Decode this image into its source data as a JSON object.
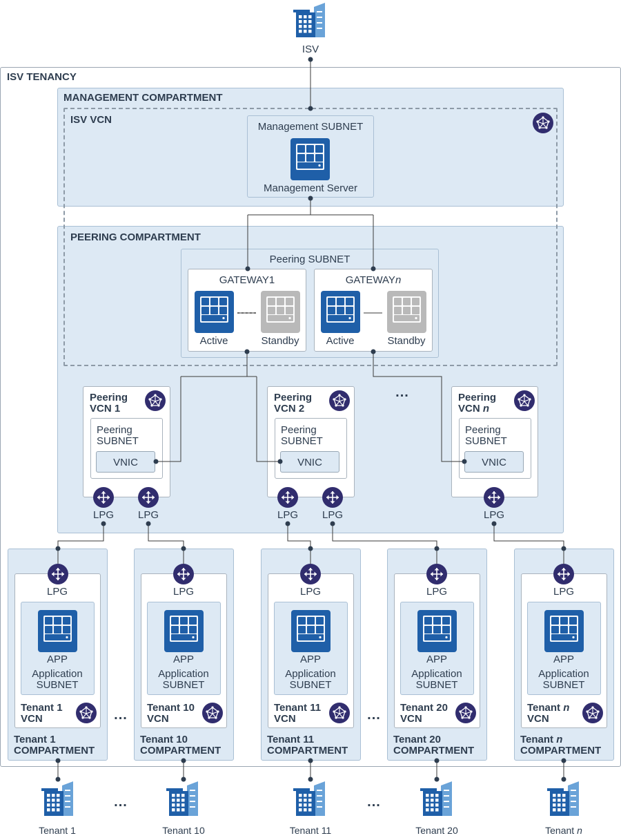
{
  "isv": {
    "label": "ISV"
  },
  "tenancy": {
    "title": "ISV TENANCY"
  },
  "management": {
    "title": "MANAGEMENT COMPARTMENT",
    "vcn_title": "ISV VCN",
    "subnet_title": "Management SUBNET",
    "server_label": "Management Server"
  },
  "peering": {
    "title": "PEERING COMPARTMENT",
    "subnet_title": "Peering SUBNET",
    "gateway1": {
      "title": "GATEWAY1",
      "active": "Active",
      "standby": "Standby"
    },
    "gatewayn": {
      "title_prefix": "GATEWAY",
      "title_suffix": "n",
      "active": "Active",
      "standby": "Standby"
    }
  },
  "peering_vcns": [
    {
      "line1": "Peering",
      "line2": "VCN 1",
      "subnet_line1": "Peering",
      "subnet_line2": "SUBNET",
      "vnic": "VNIC"
    },
    {
      "line1": "Peering",
      "line2": "VCN 2",
      "subnet_line1": "Peering",
      "subnet_line2": "SUBNET",
      "vnic": "VNIC"
    },
    {
      "line1": "Peering",
      "line2": "VCN ",
      "line2_italic": "n",
      "subnet_line1": "Peering",
      "subnet_line2": "SUBNET",
      "vnic": "VNIC"
    }
  ],
  "lpg_label": "LPG",
  "ellipsis": "...",
  "tenants": [
    {
      "lpg": "LPG",
      "app": "APP",
      "sub1": "Application",
      "sub2": "SUBNET",
      "vcn_name": "Tenant 1",
      "vcn_italic": "",
      "vcn_word": "VCN",
      "comp_name": "Tenant 1",
      "comp_italic": "",
      "comp_word": "COMPARTMENT",
      "customer": "Tenant 1",
      "customer_italic": ""
    },
    {
      "lpg": "LPG",
      "app": "APP",
      "sub1": "Application",
      "sub2": "SUBNET",
      "vcn_name": "Tenant 10",
      "vcn_italic": "",
      "vcn_word": "VCN",
      "comp_name": "Tenant 10",
      "comp_italic": "",
      "comp_word": "COMPARTMENT",
      "customer": "Tenant 10",
      "customer_italic": ""
    },
    {
      "lpg": "LPG",
      "app": "APP",
      "sub1": "Application",
      "sub2": "SUBNET",
      "vcn_name": "Tenant 11",
      "vcn_italic": "",
      "vcn_word": "VCN",
      "comp_name": "Tenant 11",
      "comp_italic": "",
      "comp_word": "COMPARTMENT",
      "customer": "Tenant 11",
      "customer_italic": ""
    },
    {
      "lpg": "LPG",
      "app": "APP",
      "sub1": "Application",
      "sub2": "SUBNET",
      "vcn_name": "Tenant 20",
      "vcn_italic": "",
      "vcn_word": "VCN",
      "comp_name": "Tenant 20",
      "comp_italic": "",
      "comp_word": "COMPARTMENT",
      "customer": "Tenant 20",
      "customer_italic": ""
    },
    {
      "lpg": "LPG",
      "app": "APP",
      "sub1": "Application",
      "sub2": "SUBNET",
      "vcn_name": "Tenant ",
      "vcn_italic": "n",
      "vcn_word": "VCN",
      "comp_name": "Tenant ",
      "comp_italic": "n",
      "comp_word": "COMPARTMENT",
      "customer": "Tenant ",
      "customer_italic": "n"
    }
  ],
  "colors": {
    "server_active": "#1f5fa8",
    "server_standby": "#b9b9b9",
    "icon_circle": "#312d6e",
    "building": "#1f5fa8",
    "building_light": "#6aa3d8"
  }
}
